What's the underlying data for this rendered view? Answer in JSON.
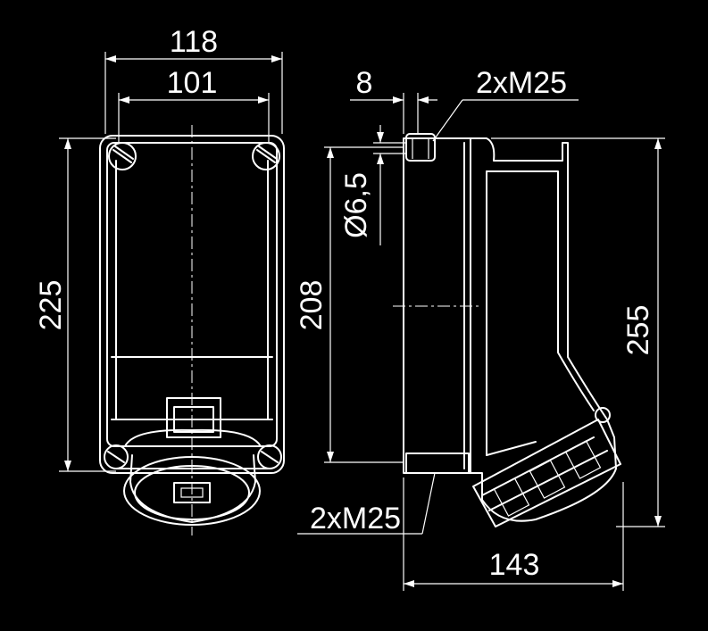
{
  "dimensions": {
    "width_overall": "118",
    "width_mounting": "101",
    "height_mounting_front": "225",
    "cable_entry_offset": "8",
    "cable_gland_top": "2xM25",
    "mounting_hole_diameter": "Ø6,5",
    "height_mounting_side": "208",
    "height_overall": "255",
    "cable_gland_bottom": "2xM25",
    "depth_overall": "143"
  },
  "colors": {
    "background": "#000000",
    "lines": "#ffffff"
  }
}
